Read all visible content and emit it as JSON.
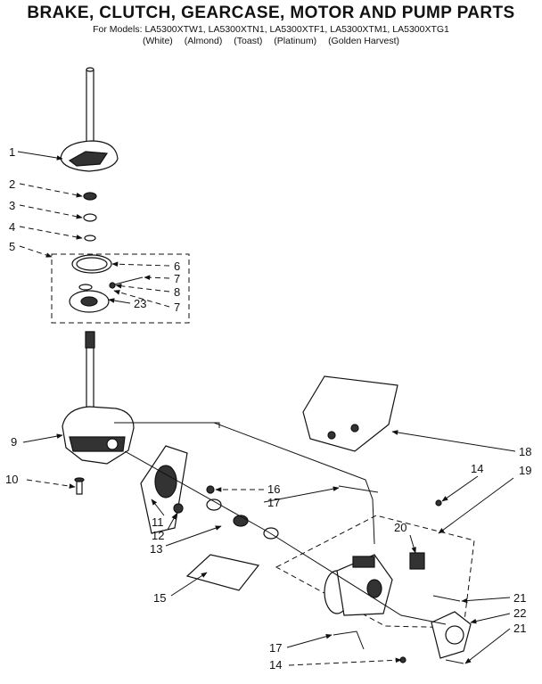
{
  "header": {
    "title": "BRAKE, CLUTCH, GEARCASE, MOTOR AND PUMP PARTS",
    "models": "For Models: LA5300XTW1, LA5300XTN1, LA5300XTF1, LA5300XTM1, LA5300XTG1",
    "colors": [
      "(White)",
      "(Almond)",
      "(Toast)",
      "(Platinum)",
      "(Golden Harvest)"
    ]
  },
  "callouts": {
    "c1": "1",
    "c2": "2",
    "c3": "3",
    "c4": "4",
    "c5": "5",
    "c6": "6",
    "c7a": "7",
    "c8": "8",
    "c23": "23",
    "c7b": "7",
    "c9": "9",
    "c10": "10",
    "c11": "11",
    "c12": "12",
    "c13": "13",
    "c14a": "14",
    "c15": "15",
    "c16": "16",
    "c17a": "17",
    "c18": "18",
    "c19": "19",
    "c20": "20",
    "c21a": "21",
    "c22": "22",
    "c21b": "21",
    "c17b": "17",
    "c14b": "14"
  }
}
